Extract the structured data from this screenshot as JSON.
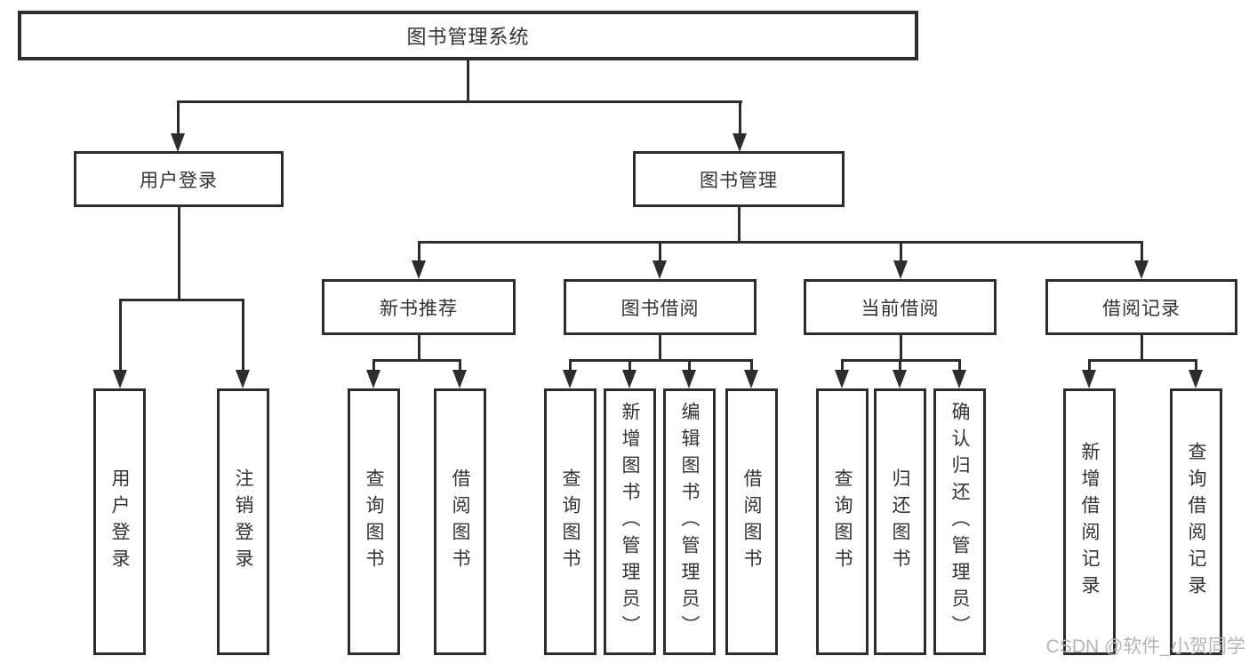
{
  "tree": {
    "root": "图书管理系统",
    "branches": [
      {
        "label": "用户登录",
        "children": [
          {
            "label": "用户登录"
          },
          {
            "label": "注销登录"
          }
        ]
      },
      {
        "label": "图书管理",
        "groups": [
          {
            "label": "新书推荐",
            "children": [
              {
                "label": "查询图书"
              },
              {
                "label": "借阅图书"
              }
            ]
          },
          {
            "label": "图书借阅",
            "children": [
              {
                "label": "查询图书"
              },
              {
                "label": "新增图书（管理员）"
              },
              {
                "label": "编辑图书（管理员）"
              },
              {
                "label": "借阅图书"
              }
            ]
          },
          {
            "label": "当前借阅",
            "children": [
              {
                "label": "查询图书"
              },
              {
                "label": "归还图书"
              },
              {
                "label": "确认归还（管理员）"
              }
            ]
          },
          {
            "label": "借阅记录",
            "children": [
              {
                "label": "新增借阅记录"
              },
              {
                "label": "查询借阅记录"
              }
            ]
          }
        ]
      }
    ]
  },
  "watermark": {
    "text": "CSDN @软件_小贺同学"
  },
  "colors": {
    "line": "#2d2d2d",
    "text": "#333333",
    "watermark": "#b5b5b5",
    "background": "#ffffff"
  }
}
